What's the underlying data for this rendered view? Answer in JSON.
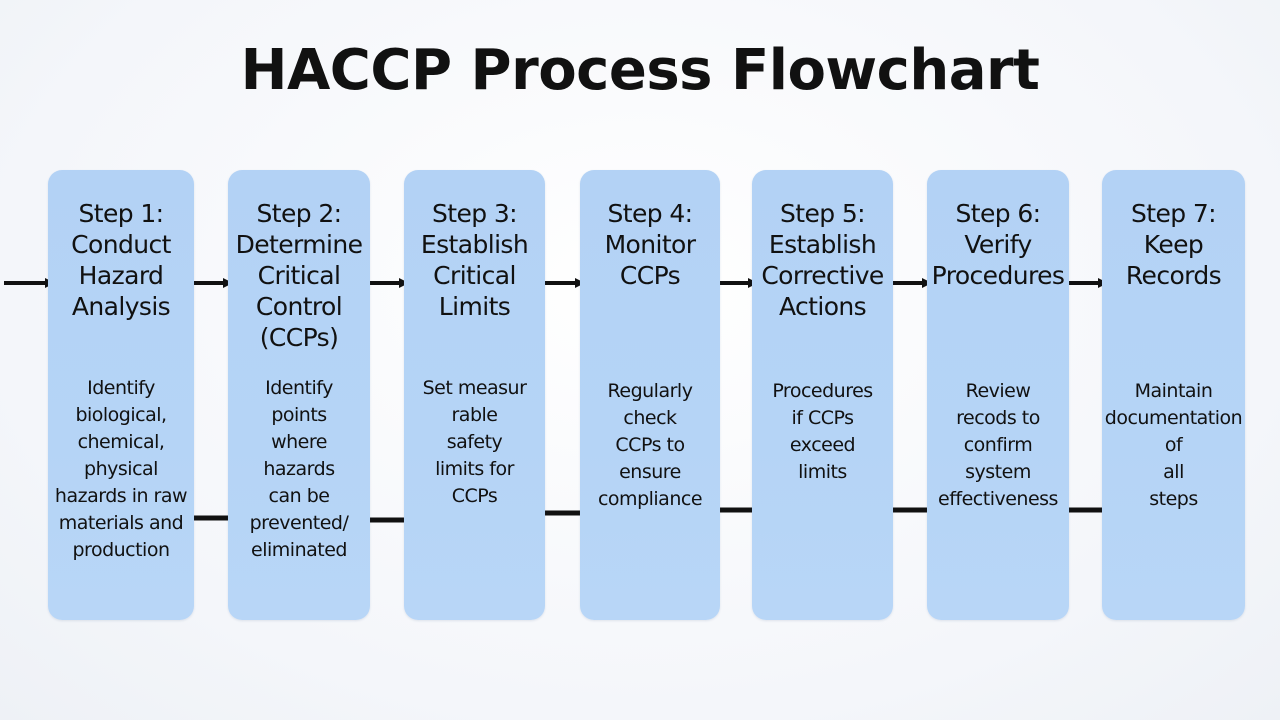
{
  "title": "HACCP Process Flowchart",
  "colors": {
    "box_fill": "#b5d4f6",
    "arrow": "#111111",
    "text": "#111111"
  },
  "steps": [
    {
      "title": "Step 1:\nConduct\nHazard\nAnalysis",
      "description": "Identify\nbiological,\nchemical,\nphysical\nhazards in raw\nmaterials and\nproduction"
    },
    {
      "title": "Step 2:\nDetermine\nCritical\nControl\n(CCPs)",
      "description": "Identify\npoints\nwhere\nhazards\ncan be\nprevented/\neliminated"
    },
    {
      "title": "Step 3:\nEstablish\nCritical\nLimits",
      "description": "Set measur\nrable\nsafety\nlimits for\nCCPs"
    },
    {
      "title": "Step 4:\nMonitor\nCCPs",
      "description": "Regularly\ncheck\nCCPs to\nensure\ncompliance"
    },
    {
      "title": "Step 5:\nEstablish\nCorrective\nActions",
      "description": "Procedures\nif CCPs\nexceed\nlimits"
    },
    {
      "title": "Step 6:\nVerify\nProcedures",
      "description": "Review\nrecods to\nconfirm\nsystem\neffectiveness"
    },
    {
      "title": "Step 7:\nKeep\nRecords",
      "description": "Maintain\ndocumentation\nof\nall\nsteps"
    }
  ]
}
